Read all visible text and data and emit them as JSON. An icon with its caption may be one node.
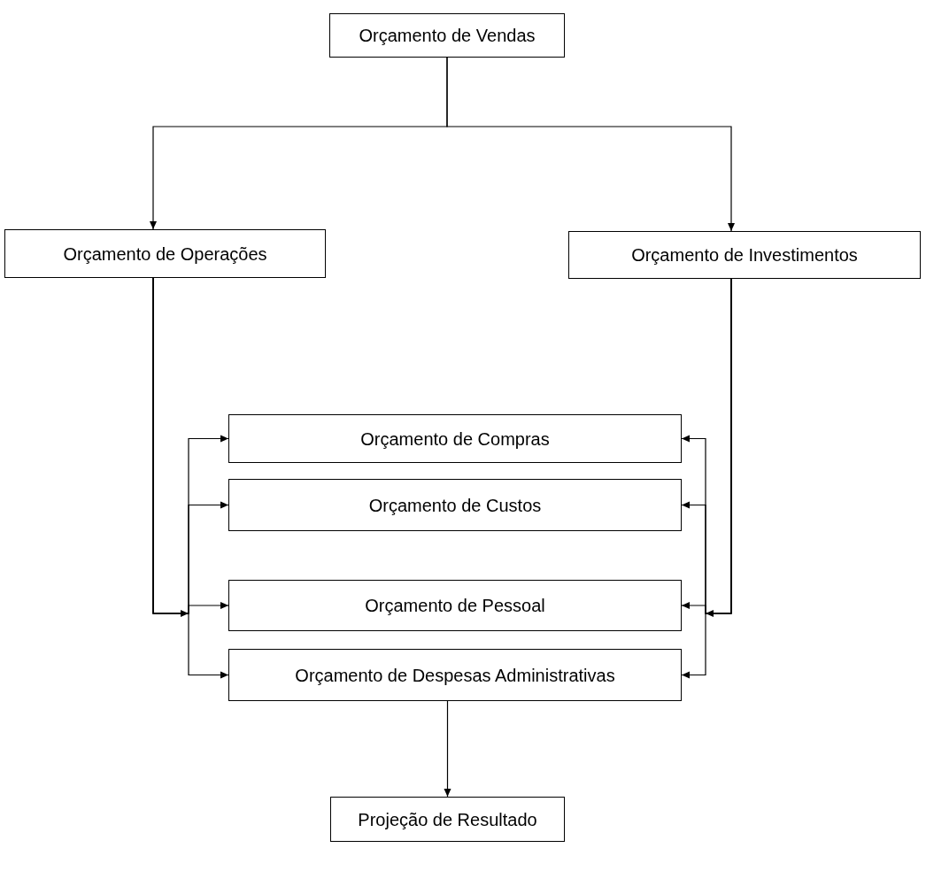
{
  "diagram": {
    "nodes": [
      {
        "text": [
          "Orçamento de Vendas"
        ]
      },
      {
        "text": [
          "Orçamento de Operações"
        ]
      },
      {
        "text": [
          "Orçamento de Investimentos"
        ]
      },
      {
        "text": [
          "Orçamento de Compras"
        ]
      },
      {
        "text": [
          "Orçamento de Custos"
        ]
      },
      {
        "text": [
          "Orçamento de Pessoal"
        ]
      },
      {
        "text": [
          "Orçamento de Despesas Administrativas"
        ]
      },
      {
        "text": [
          "Projeção de Resultado"
        ]
      }
    ],
    "edges": [
      {
        "from": 0,
        "to": 1,
        "arrow": "to"
      },
      {
        "from": 0,
        "to": 2,
        "arrow": "to"
      },
      {
        "from": 1,
        "to": 3,
        "arrow": "to"
      },
      {
        "from": 1,
        "to": 4,
        "arrow": "to"
      },
      {
        "from": 1,
        "to": 5,
        "arrow": "to"
      },
      {
        "from": 1,
        "to": 6,
        "arrow": "to"
      },
      {
        "from": 2,
        "to": 3,
        "arrow": "to"
      },
      {
        "from": 2,
        "to": 4,
        "arrow": "to"
      },
      {
        "from": 2,
        "to": 5,
        "arrow": "to"
      },
      {
        "from": 2,
        "to": 6,
        "arrow": "to"
      },
      {
        "from": 6,
        "to": 7,
        "arrow": "to"
      }
    ]
  }
}
